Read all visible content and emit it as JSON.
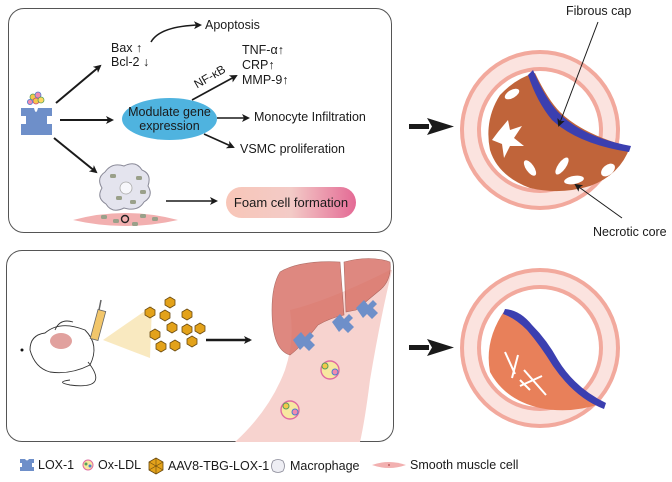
{
  "figure": {
    "top_panel": {
      "pathways": {
        "bax": "Bax",
        "bax_direction": "↑",
        "bcl2": "Bcl-2",
        "bcl2_direction": "↓",
        "apoptosis": "Apoptosis",
        "nfkb": "NF-κB",
        "tnfa": "TNF-α",
        "tnfa_direction": "↑",
        "crp": "CRP",
        "crp_direction": "↑",
        "mmp9": "MMP-9",
        "mmp9_direction": "↑",
        "modulate_line1": "Modulate gene",
        "modulate_line2": "expression",
        "monocyte": "Monocyte Infiltration",
        "vsmc": "VSMC proliferation",
        "foam": "Foam cell formation"
      }
    },
    "top_vessel": {
      "fibrous_cap": "Fibrous cap",
      "necrotic_core": "Necrotic core"
    },
    "legend": [
      {
        "icon": "lox1-receptor-icon",
        "label": "LOX-1"
      },
      {
        "icon": "ox-ldl-icon",
        "label": "Ox-LDL"
      },
      {
        "icon": "aav-capsid-icon",
        "label": "AAV8-TBG-LOX-1"
      },
      {
        "icon": "macrophage-icon",
        "label": "Macrophage"
      },
      {
        "icon": "smooth-muscle-cell-icon",
        "label": "Smooth muscle cell"
      }
    ],
    "colors": {
      "lox1": "#6e8fc9",
      "ellipse": "#4fb3df",
      "vessel_wall": "#f2a99d",
      "vessel_wall_light": "#fbe3df",
      "plaque_vulnerable": "#c0643a",
      "plaque_stable": "#e8805a",
      "fibrous_cap": "#3b3fb0",
      "aav": "#e3a21a",
      "liver": "#d9746a"
    }
  }
}
